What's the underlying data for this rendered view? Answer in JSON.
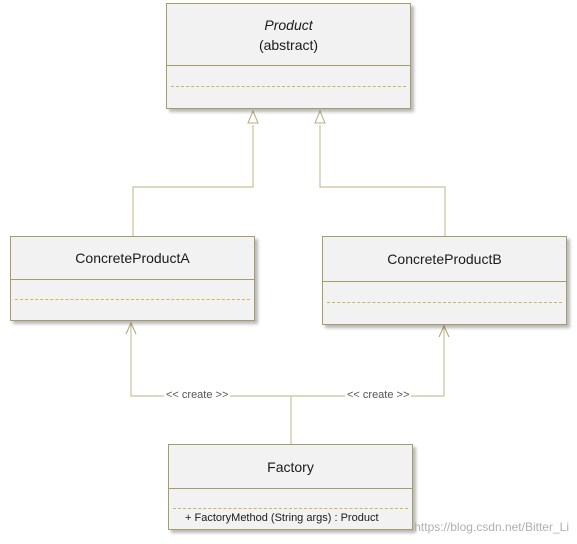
{
  "diagram": {
    "product": {
      "name": "Product",
      "stereotype": "(abstract)"
    },
    "concrete_a": {
      "name": "ConcreteProductA"
    },
    "concrete_b": {
      "name": "ConcreteProductB"
    },
    "factory": {
      "name": "Factory",
      "operation": "+ FactoryMethod (String args) : Product"
    },
    "relations": {
      "create_a_label": "<< create >>",
      "create_b_label": "<< create >>"
    }
  },
  "watermark": "https://blog.csdn.net/Bitter_Li",
  "colors": {
    "border": "#a79d6a",
    "box_fill": "#f2f2f2",
    "dashed_separator": "#c9b75a",
    "connector": "#c8c19e"
  }
}
